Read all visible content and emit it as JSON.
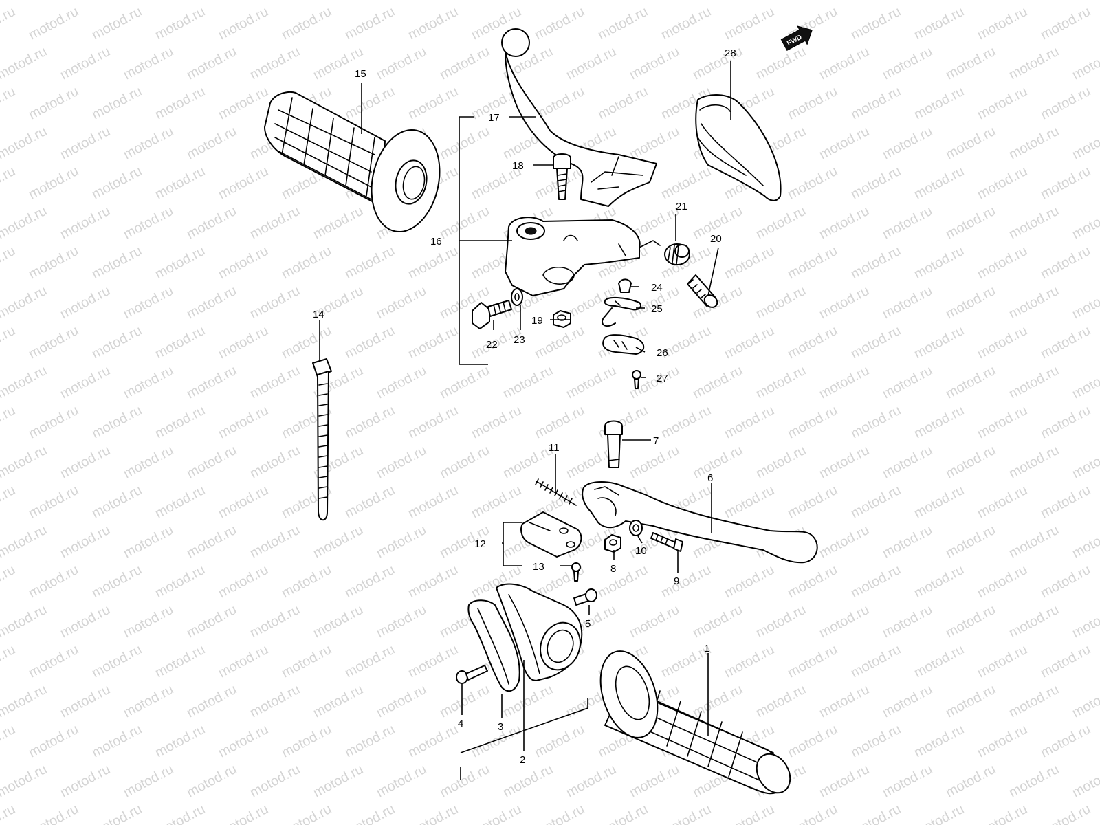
{
  "watermark": {
    "text": "motod.ru"
  },
  "fwd_badge": {
    "label": "FWD"
  },
  "callouts": {
    "c1": "1",
    "c2": "2",
    "c3": "3",
    "c4": "4",
    "c5": "5",
    "c6": "6",
    "c7": "7",
    "c8": "8",
    "c9": "9",
    "c10": "10",
    "c11": "11",
    "c12": "12",
    "c13": "13",
    "c14": "14",
    "c15": "15",
    "c16": "16",
    "c17": "17",
    "c18": "18",
    "c19": "19",
    "c20": "20",
    "c21": "21",
    "c22": "22",
    "c23": "23",
    "c24": "24",
    "c25": "25",
    "c26": "26",
    "c27": "27",
    "c28": "28"
  },
  "colors": {
    "line": "#000000",
    "background": "#ffffff",
    "watermark": "#d4d4d4"
  }
}
